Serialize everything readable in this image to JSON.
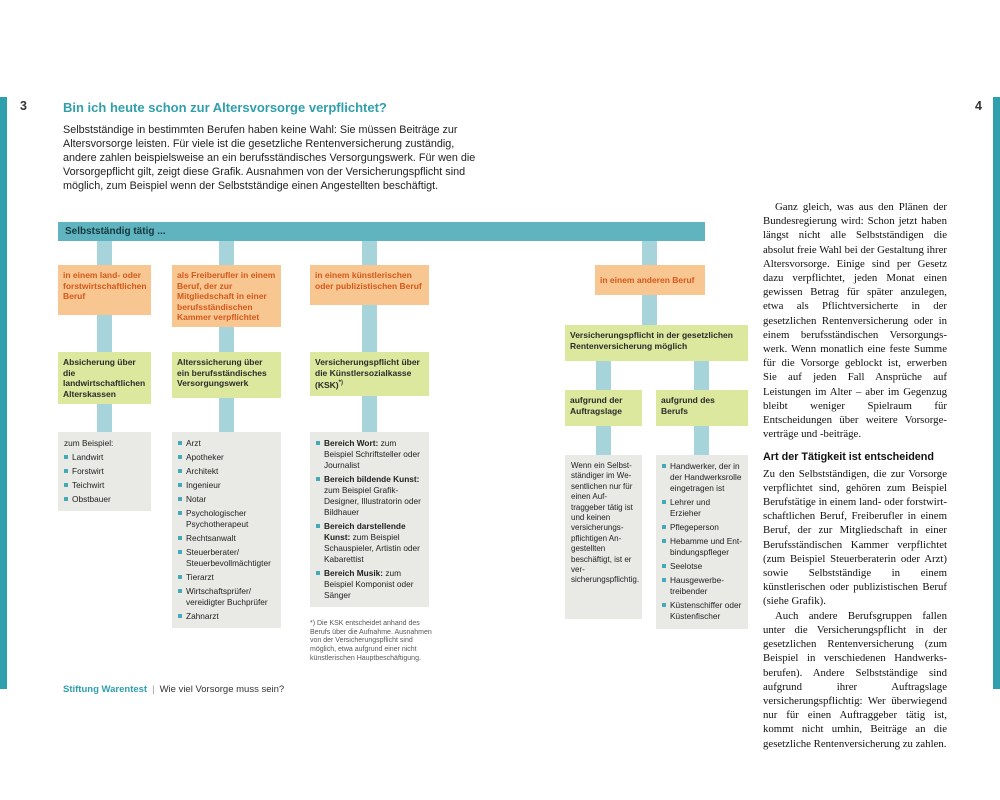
{
  "colors": {
    "accent": "#2f9fae",
    "root-bar": "#5fb4c0",
    "connector": "#a6d4da",
    "orange-bg": "#f8c690",
    "orange-text": "#d4581c",
    "green-bg": "#dce89e",
    "green-text": "#2b2b2b",
    "gray-bg": "#e9e9e6",
    "bullet": "#45aab8",
    "body-text": "#1c1c1c"
  },
  "left_page": {
    "page_number": "3",
    "title": "Bin ich heute schon zur Altersvorsorge verpflichtet?",
    "intro": "Selbstständige in bestimmten Berufen haben keine Wahl: Sie müssen Beiträge zur Altersvorsorge leisten. Für viele ist die gesetzliche Rentenversicherung zuständig, andere zahlen beispielsweise an ein berufsständisches Versorgungswerk. Für wen die Vorsorgepflicht gilt, zeigt diese Grafik. Ausnahmen von der Versicherungspflicht sind möglich, zum Beispiel wenn der Selbstständige einen Angestellten beschäftigt.",
    "footer": {
      "brand": "Stiftung Warentest",
      "separator": "|",
      "booklet": "Wie viel Vorsorge muss sein?"
    }
  },
  "flowchart": {
    "root": "Selbstständig tätig ...",
    "branch1": {
      "condition": "in einem land- oder forstwirtschaftlichen Beruf",
      "result": "Absicherung über die landwirtschaftlichen Alterskassen",
      "examples_intro": "zum Beispiel:",
      "examples": [
        "Landwirt",
        "Forstwirt",
        "Teichwirt",
        "Obstbauer"
      ]
    },
    "branch2": {
      "condition": "als Freiberufler in einem Beruf, der zur Mitgliedschaft in einer berufsständischen Kammer verpflichtet",
      "result": "Alterssicherung über ein berufsständisches Versor­gungswerk",
      "examples": [
        "Arzt",
        "Apotheker",
        "Architekt",
        "Ingenieur",
        "Notar",
        "Psychologischer Psychotherapeut",
        "Rechtsanwalt",
        "Steuerberater/​Steuerbevollmächtigter",
        "Tierarzt",
        "Wirtschaftsprüfer/​vereidigter Buchprüfer",
        "Zahnarzt"
      ]
    },
    "branch3": {
      "condition": "in einem künstlerischen oder publizistischen Beruf",
      "result": "Versicherungspflicht über die Künstlersozialkasse (KSK)",
      "marker": "*)",
      "examples": [
        {
          "b": "Bereich Wort:",
          "t": "zum Beispiel Schriftsteller oder Journalist"
        },
        {
          "b": "Bereich bildende Kunst:",
          "t": "zum Beispiel Grafik-Designer, Illustratorin oder Bildhauer"
        },
        {
          "b": "Bereich darstellende Kunst:",
          "t": "zum Beispiel Schauspieler, Artistin oder Kabarettist"
        },
        {
          "b": "Bereich Musik:",
          "t": "zum Beispiel Komponist oder Sänger"
        }
      ]
    },
    "branch4": {
      "condition": "in einem anderen Beruf",
      "result": "Versicherungspflicht in der gesetzlichen Rentenversicherung möglich",
      "sub1": {
        "label": "aufgrund der Auftragslage",
        "text": "Wenn ein Selbst­ständiger im We­sentlichen nur für einen Auf­traggeber tätig ist und keinen versicherungs­pflichtigen An­gestellten beschäf­tigt, ist er ver­sicherungspflichtig."
      },
      "sub2": {
        "label": "aufgrund des Berufs",
        "examples": [
          "Handwerker, der in der Handwerksrolle eingetragen ist",
          "Lehrer und Erzieher",
          "Pflegeperson",
          "Hebamme und Ent­bindungspfleger",
          "Seelotse",
          "Hausgewerbe­treibender",
          "Küstenschiffer oder Küstenfischer"
        ]
      }
    },
    "footnote": "*) Die KSK entscheidet anhand des Berufs über die Aufnahme. Ausnahmen von der Versicherungspflicht sind möglich, etwa aufgrund einer nicht künstlerischen Hauptbeschäftigung."
  },
  "right_page": {
    "page_number": "4",
    "para1": "Ganz gleich, was aus den Plänen der Bundes­regierung wird: Schon jetzt haben längst nicht alle Selbst­ständigen die absolut freie Wahl bei der Gestaltung ihrer Alters­vorsorge. Einige sind per Gesetz dazu verpflichtet, jeden Monat einen gewissen Betrag für später anzulegen, etwa als Pflicht­versicherte in der gesetzlichen Renten­versicherung oder in einem berufsständischen Versorgungs­werk. Wenn monatlich eine feste Summe für die Vorsorge geblockt ist, erwerben Sie auf jeden Fall Ansprüche auf Leistungen im Alter – aber im Gegenzug bleibt weniger Spielraum für Entscheidungen über weitere Vorsorge­verträge und -beiträge.",
    "heading": "Art der Tätigkeit ist entscheidend",
    "para2": "Zu den Selbstständigen, die zur Vorsorge verpflichtet sind, gehören zum Beispiel Berufstätige in einem land- oder forstwirt­schaftlichen Beruf, Freiberufler in einem Beruf, der zur Mitgliedschaft in einer Berufs­ständischen Kammer verpflichtet (zum Beispiel Steuerberaterin oder Arzt) sowie Selbst­ständige in einem künstlerischen oder publizistischen Beruf (siehe Grafik).",
    "para3": "Auch andere Berufsgruppen fallen unter die Versicherungs­pflicht in der gesetzlichen Renten­versicherung (zum Beispiel in verschiedenen Handwerks­berufen). Andere Selbstständige sind aufgrund ihrer Auftragslage versicherungs­pflichtig: Wer überwiegend nur für einen Auftraggeber tätig ist, kommt nicht umhin, Beiträge an die gesetzliche Renten­versicherung zu zahlen."
  }
}
